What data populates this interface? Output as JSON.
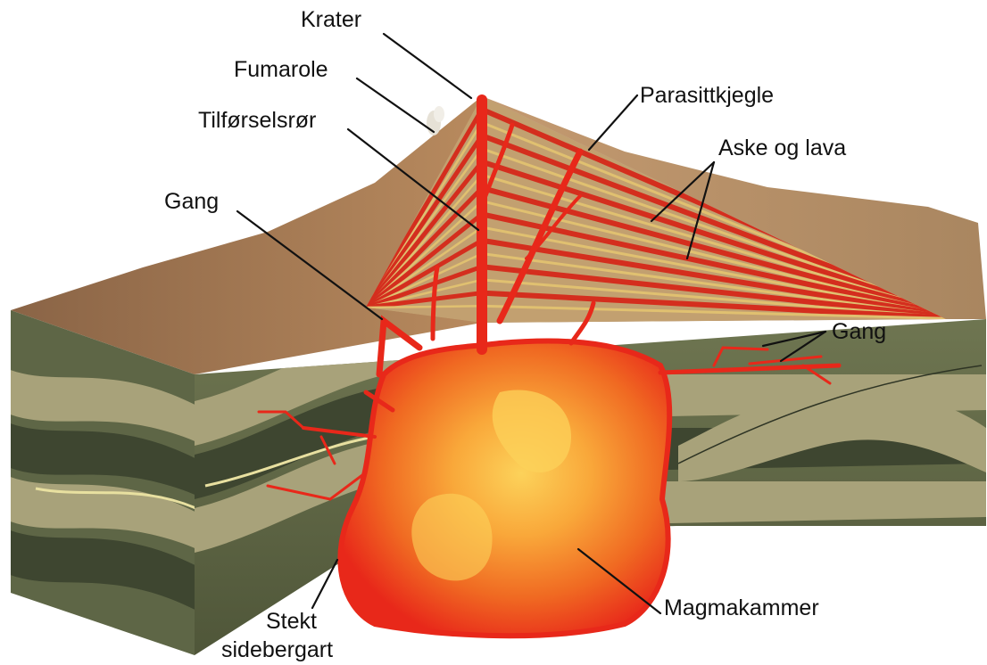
{
  "labels": {
    "krater": "Krater",
    "fumarole": "Fumarole",
    "tilforselsror": "Tilførselsrør",
    "gang_left": "Gang",
    "parasittkjegle": "Parasittkjegle",
    "aske_og_lava": "Aske og lava",
    "gang_right": "Gang",
    "magmakammer": "Magmakammer",
    "stekt_line1": "Stekt",
    "stekt_line2": "sidebergart"
  },
  "colors": {
    "magma_red": "#e8281a",
    "magma_orange": "#f5801e",
    "magma_yellow": "#fbc23c",
    "cone_brown": "#a8764e",
    "strata_dark": "#3e4630",
    "strata_mid": "#6e7650",
    "strata_light": "#a8a27a",
    "dike_red": "#d42e1e"
  }
}
